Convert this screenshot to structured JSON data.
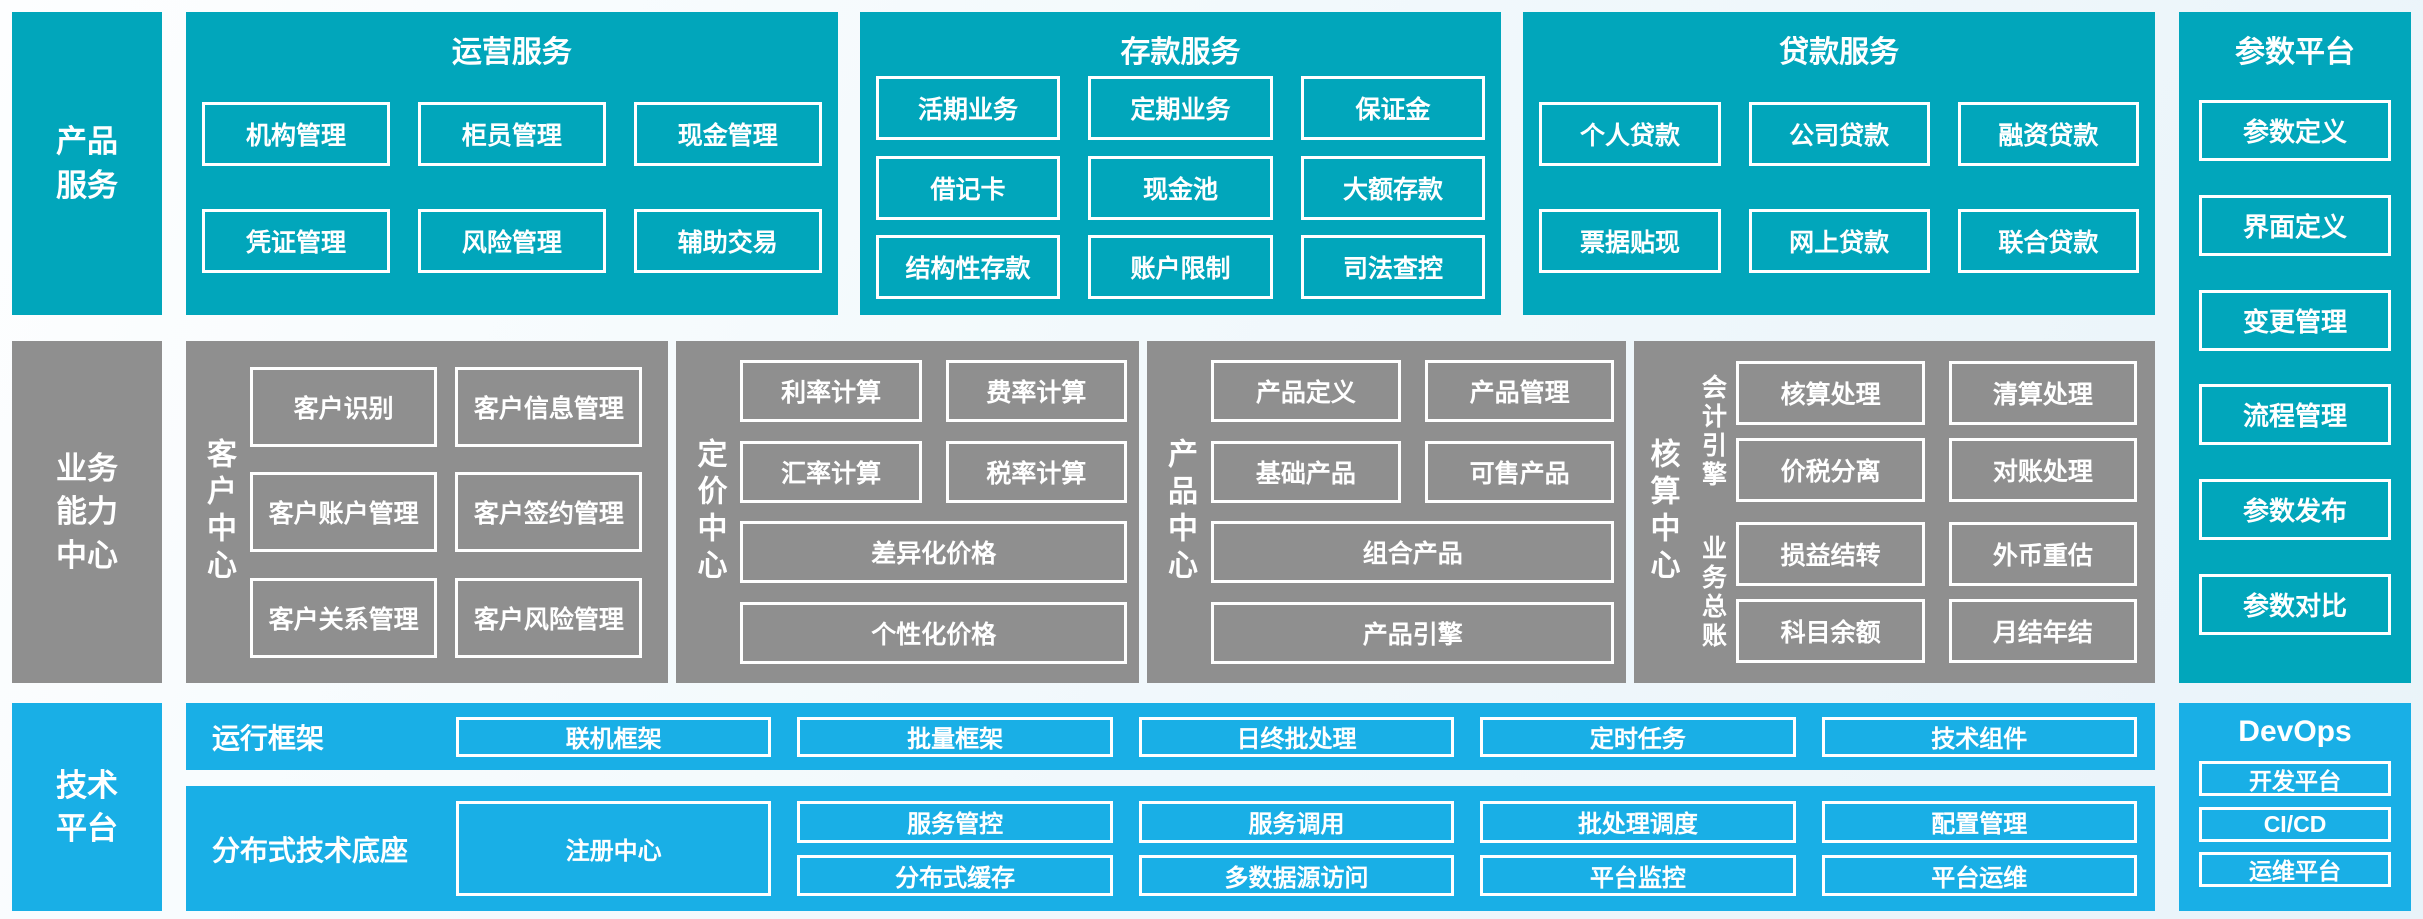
{
  "palette": {
    "teal": "#01A6BB",
    "gray": "#8F8F8F",
    "blue": "#19AFE6",
    "box_border": "#FFFFFF",
    "text": "#FFFFFF"
  },
  "sidebar": {
    "product_services": [
      "产品",
      "服务"
    ],
    "business_capability": [
      "业务",
      "能力",
      "中心"
    ],
    "tech_platform": [
      "技术",
      "平台"
    ]
  },
  "top": {
    "operations": {
      "title": "运营服务",
      "items": [
        "机构管理",
        "柜员管理",
        "现金管理",
        "凭证管理",
        "风险管理",
        "辅助交易"
      ]
    },
    "deposit": {
      "title": "存款服务",
      "items": [
        "活期业务",
        "定期业务",
        "保证金",
        "借记卡",
        "现金池",
        "大额存款",
        "结构性存款",
        "账户限制",
        "司法查控"
      ]
    },
    "loan": {
      "title": "贷款服务",
      "items": [
        "个人贷款",
        "公司贷款",
        "融资贷款",
        "票据贴现",
        "网上贷款",
        "联合贷款"
      ]
    }
  },
  "mid": {
    "customer": {
      "label": "客户中心",
      "items": [
        "客户识别",
        "客户信息管理",
        "客户账户管理",
        "客户签约管理",
        "客户关系管理",
        "客户风险管理"
      ]
    },
    "pricing": {
      "label": "定价中心",
      "items": [
        "利率计算",
        "费率计算",
        "汇率计算",
        "税率计算"
      ],
      "wide_items": [
        "差异化价格",
        "个性化价格"
      ]
    },
    "product": {
      "label": "产品中心",
      "items": [
        "产品定义",
        "产品管理",
        "基础产品",
        "可售产品"
      ],
      "wide_items": [
        "组合产品",
        "产品引擎"
      ]
    },
    "accounting": {
      "label": "核算中心",
      "groups": [
        {
          "label": "会计引擎",
          "items": [
            "核算处理",
            "清算处理",
            "价税分离",
            "对账处理"
          ]
        },
        {
          "label": "业务总账",
          "items": [
            "损益结转",
            "外币重估",
            "科目余额",
            "月结年结"
          ]
        }
      ]
    }
  },
  "bottom": {
    "runtime": {
      "label": "运行框架",
      "items": [
        "联机框架",
        "批量框架",
        "日终批处理",
        "定时任务",
        "技术组件"
      ]
    },
    "distributed": {
      "label": "分布式技术底座",
      "registry": "注册中心",
      "items": [
        "服务管控",
        "服务调用",
        "批处理调度",
        "配置管理",
        "分布式缓存",
        "多数据源访问",
        "平台监控",
        "平台运维"
      ]
    }
  },
  "right": {
    "parameter": {
      "title": "参数平台",
      "items": [
        "参数定义",
        "界面定义",
        "变更管理",
        "流程管理",
        "参数发布",
        "参数对比"
      ]
    },
    "devops": {
      "title": "DevOps",
      "items": [
        "开发平台",
        "CI/CD",
        "运维平台"
      ]
    }
  }
}
